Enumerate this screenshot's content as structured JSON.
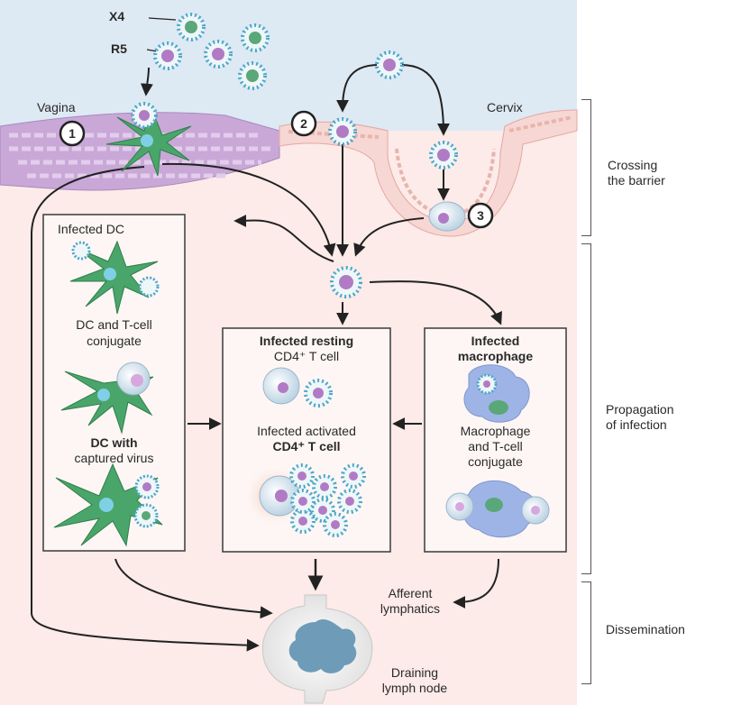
{
  "virus_labels": {
    "x4": "X4",
    "r5": "R5"
  },
  "sites": {
    "vagina": "Vagina",
    "cervix": "Cervix"
  },
  "steps": [
    "1",
    "2",
    "3"
  ],
  "stages": {
    "crossing": [
      "Crossing",
      "the barrier"
    ],
    "propagation": [
      "Propagation",
      "of infection"
    ],
    "dissemination": "Dissemination"
  },
  "dc_box": {
    "title": "Infected DC",
    "conjugate": [
      "DC and T-cell",
      "conjugate"
    ],
    "captured": [
      "DC with",
      "captured virus"
    ]
  },
  "tcell_box": {
    "resting_title": "Infected resting",
    "resting_sub": "CD4⁺ T cell",
    "activated_title": "Infected activated",
    "activated_sub": "CD4⁺ T cell"
  },
  "macro_box": {
    "title": [
      "Infected",
      "macrophage"
    ],
    "conjugate": [
      "Macrophage",
      "and T-cell",
      "conjugate"
    ]
  },
  "lymph": {
    "afferent": [
      "Afferent",
      "lymphatics"
    ],
    "node": [
      "Draining",
      "lymph node"
    ]
  },
  "colors": {
    "lumen": "#dde9f3",
    "tissue": "#fcebe8",
    "epithelium": "#c9a8d8",
    "virus_spikes": "#4aa7c9",
    "dc_green": "#4aa56a",
    "node": "#6d9bb8"
  }
}
